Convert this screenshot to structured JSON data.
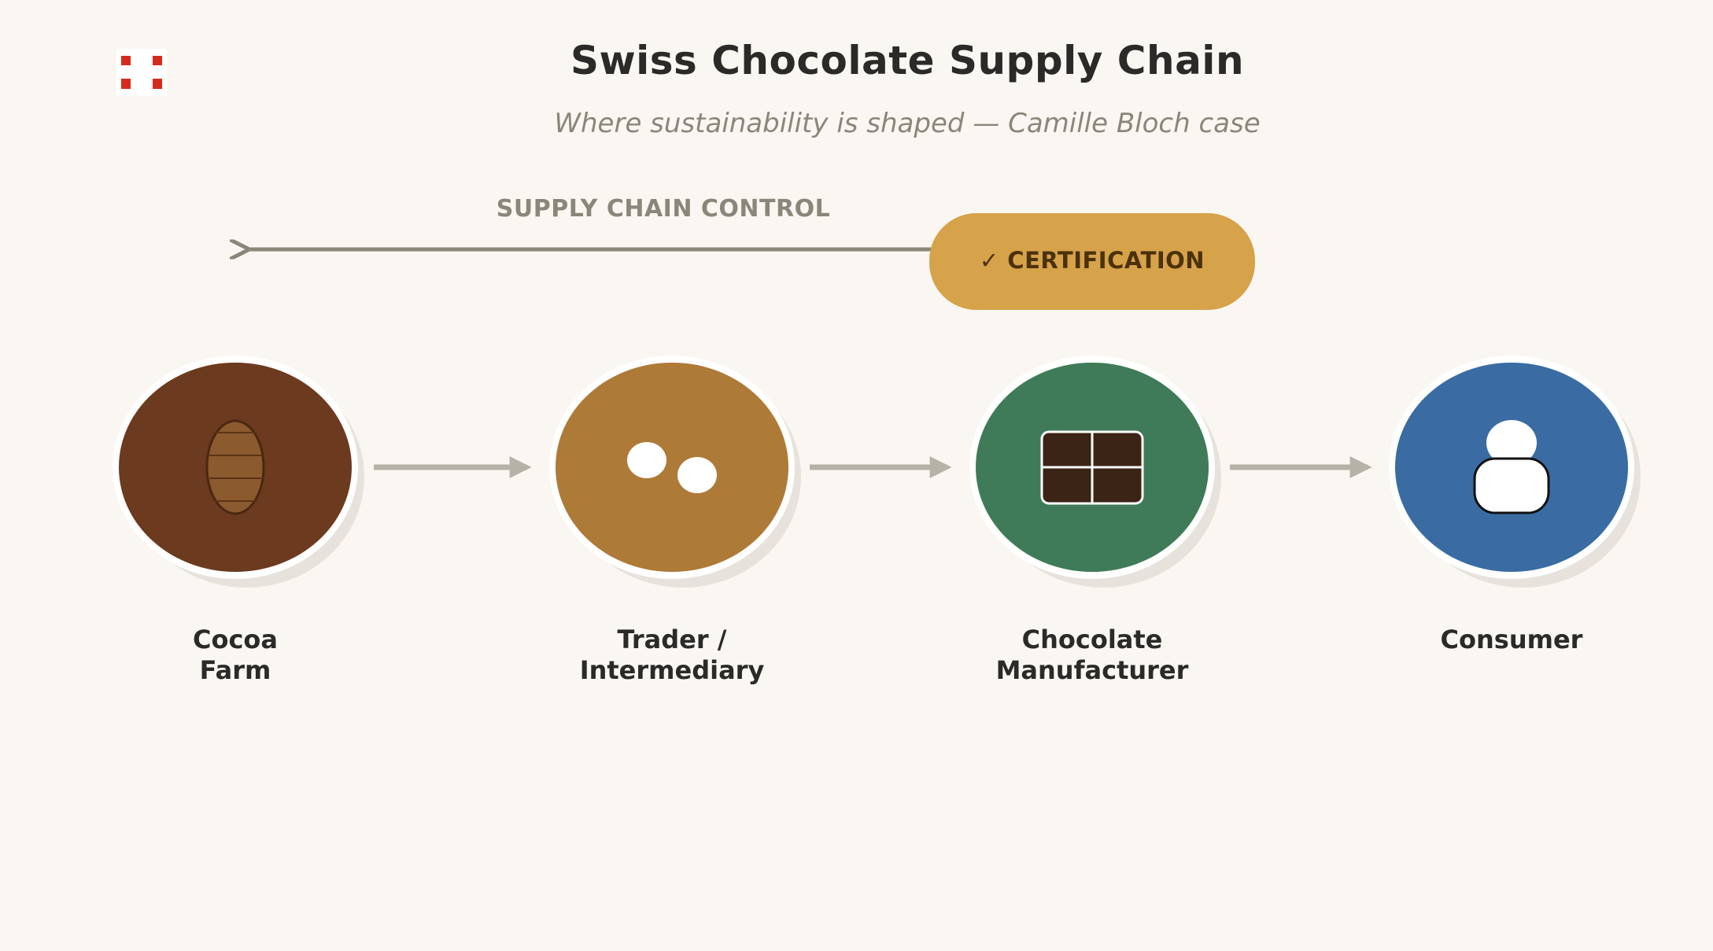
{
  "title": "Swiss Chocolate Supply Chain",
  "subtitle": "Where sustainability is shaped — Camille Bloch case",
  "control_label": "SUPPLY CHAIN CONTROL",
  "certification_label": "✓ CERTIFICATION",
  "stages": [
    {
      "label": "Cocoa\nFarm",
      "color": "#6b3a1f",
      "icon": "cocoa-pod-icon"
    },
    {
      "label": "Trader /\nIntermediary",
      "color": "#ae7a38",
      "icon": "cocoa-beans-icon"
    },
    {
      "label": "Chocolate\nManufacturer",
      "color": "#3f7b59",
      "icon": "chocolate-bar-icon"
    },
    {
      "label": "Consumer",
      "color": "#3a6ca3",
      "icon": "person-icon"
    }
  ],
  "colors": {
    "background": "#faf7f2",
    "flag_red": "#d52b1e",
    "arrow": "#b5b2a7",
    "control_arrow": "#8a8679",
    "certification": "#d6a24a"
  }
}
